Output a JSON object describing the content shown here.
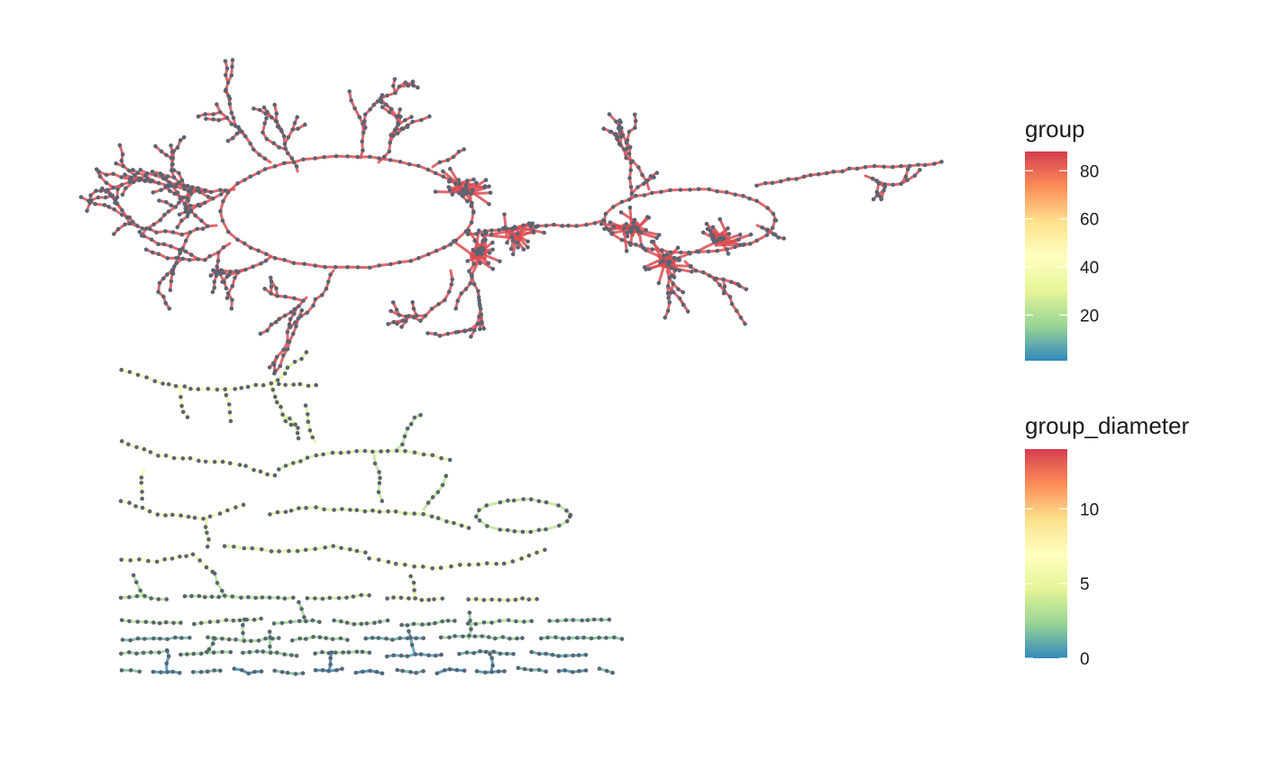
{
  "chart_data": {
    "type": "network",
    "axes": false,
    "grid": false,
    "legend_placement": "right",
    "palette": [
      "#3288BD",
      "#99D594",
      "#E6F598",
      "#FFFFBF",
      "#FEE08B",
      "#FC8D59",
      "#D53E4F"
    ],
    "node_fill": "#5a6472",
    "legends": [
      {
        "title": "group",
        "range": [
          1,
          88
        ],
        "ticks": [
          {
            "value": 20,
            "label": "20"
          },
          {
            "value": 40,
            "label": "40"
          },
          {
            "value": 60,
            "label": "60"
          },
          {
            "value": 80,
            "label": "80"
          }
        ]
      },
      {
        "title": "group_diameter",
        "range": [
          0,
          14
        ],
        "ticks": [
          {
            "value": 0,
            "label": "0"
          },
          {
            "value": 5,
            "label": "5"
          },
          {
            "value": 10,
            "label": "10"
          }
        ]
      }
    ]
  }
}
